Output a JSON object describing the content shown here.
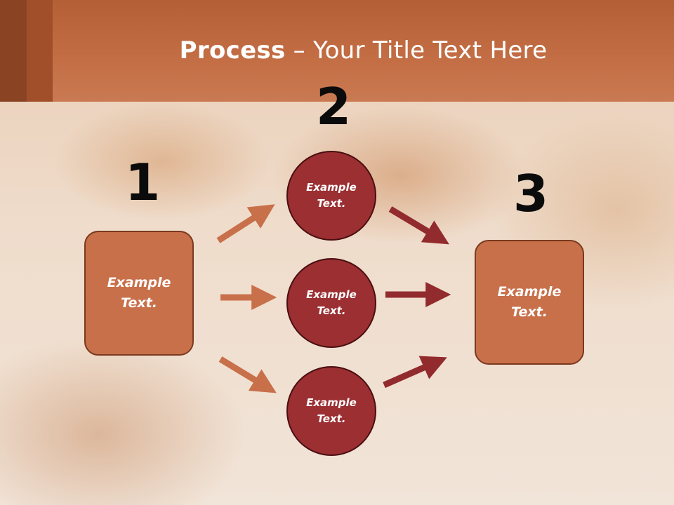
{
  "title": {
    "bold": "Process",
    "rest": " – Your Title Text Here"
  },
  "steps": [
    {
      "number": "1",
      "text": "Example Text."
    },
    {
      "number": "2",
      "items": [
        "Example Text.",
        "Example Text.",
        "Example Text."
      ]
    },
    {
      "number": "3",
      "text": "Example Text."
    }
  ],
  "colors": {
    "header": "#c46e45",
    "box_fill": "#c8704a",
    "circle_fill": "#9b2f32",
    "arrow_in": "#c8704a",
    "arrow_out": "#922b2e"
  }
}
